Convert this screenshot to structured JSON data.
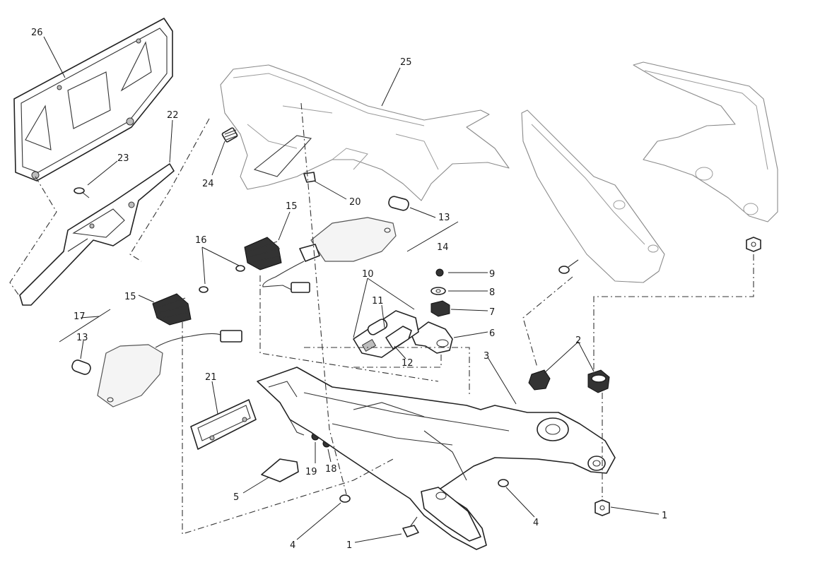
{
  "callouts": {
    "n26": "26",
    "n22": "22",
    "n23": "23",
    "n24": "24",
    "n25": "25",
    "n20": "20",
    "n13a": "13",
    "n14": "14",
    "n15a": "15",
    "n16": "16",
    "n15b": "15",
    "n17": "17",
    "n13b": "13",
    "n9": "9",
    "n8": "8",
    "n10": "10",
    "n11": "11",
    "n7": "7",
    "n6": "6",
    "n12": "12",
    "n3": "3",
    "n2": "2",
    "n21": "21",
    "n19": "19",
    "n18": "18",
    "n5": "5",
    "n4a": "4",
    "n4b": "4",
    "n1a": "1",
    "n1b": "1"
  }
}
